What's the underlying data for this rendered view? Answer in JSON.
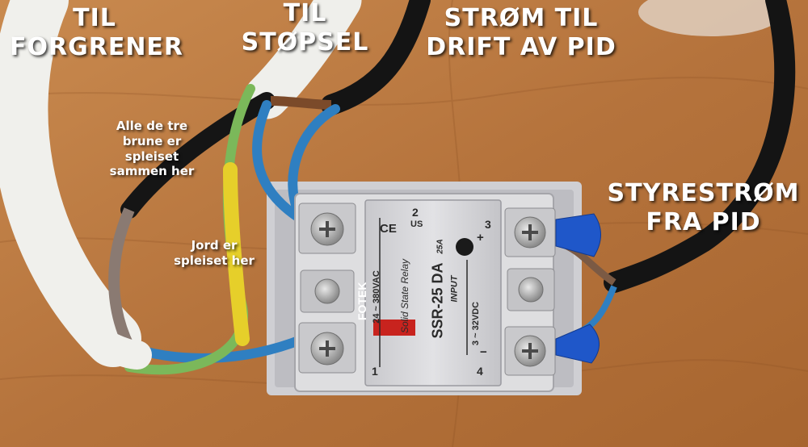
{
  "labels": {
    "til_forgrener": [
      "TIL",
      "FORGRENER"
    ],
    "til_stopsel": [
      "TIL",
      "STØPSEL"
    ],
    "strom_til_drift": [
      "STRØM TIL",
      "DRIFT AV PID"
    ],
    "styrestrom": [
      "STYRESTRØM",
      "FRA PID"
    ],
    "brune": [
      "Alle de tre",
      "brune er",
      "spleiset",
      "sammen her"
    ],
    "jord": [
      "Jord er",
      "spleiset her"
    ]
  },
  "relay": {
    "brand": "FOTEK",
    "type": "Solid State Relay",
    "model": "SSR-25 DA",
    "rating": "25A",
    "load_voltage": "24 ~ 380VAC",
    "input_label": "INPUT",
    "input_voltage": "3 ~ 32VDC",
    "ce": "CE",
    "ul": "US",
    "terminals": [
      "1",
      "2",
      "3",
      "4"
    ],
    "plus": "+",
    "minus": "−"
  },
  "colors": {
    "wood": "#b9773f",
    "relay_face": "#d9d9dc",
    "brand_red": "#c8231e",
    "wire_blue": "#2f7fc1",
    "wire_black": "#121212",
    "wire_white": "#eeeeea",
    "wire_brown": "#7b5a44",
    "wire_yellow": "#e6cf2a",
    "terminal_blue": "#1f57c9"
  }
}
